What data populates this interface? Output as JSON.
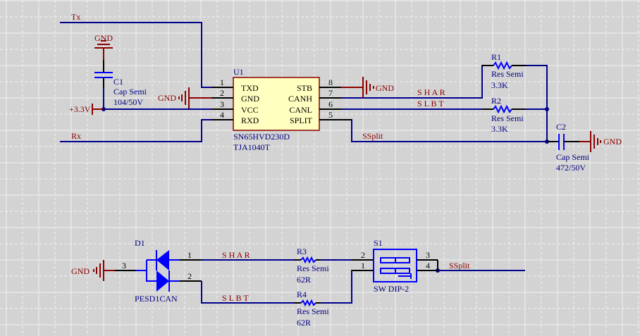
{
  "colors": {
    "background": "#d3d3d3",
    "grid_major": "#f0f0f0",
    "grid_minor": "#f0f0f0",
    "wire": "#00008b",
    "pin": "#000000",
    "power": "#8b0000",
    "symbol": "#0000ff",
    "ic_body_fill": "#ffffc0",
    "ic_body_stroke": "#8b0000",
    "net_label": "#8b0000",
    "designator": "#000080"
  },
  "nets": {
    "tx": "Tx",
    "rx": "Rx",
    "shar_top": "S H A R",
    "slbt_top": "S L B T",
    "ssplit_top": "SSplit",
    "shar_bottom": "S H A R",
    "slbt_bottom": "S L B T",
    "ssplit_bottom": "SSplit"
  },
  "power": {
    "gnd_c1": "GND",
    "gnd_u1": "GND",
    "gnd_stb": "GND",
    "gnd_c2": "GND",
    "gnd_d1": "GND",
    "vcc": "+3.3V"
  },
  "components": {
    "c1": {
      "designator": "C1",
      "comment": "Cap Semi",
      "value": "104/50V"
    },
    "u1": {
      "designator": "U1",
      "part1": "SN65HVD230D",
      "part2": "TJA1040T",
      "left_pins": [
        {
          "num": "1",
          "name": "TXD"
        },
        {
          "num": "2",
          "name": "GND"
        },
        {
          "num": "3",
          "name": "VCC"
        },
        {
          "num": "4",
          "name": "RXD"
        }
      ],
      "right_pins": [
        {
          "num": "8",
          "name": "STB"
        },
        {
          "num": "7",
          "name": "CANH"
        },
        {
          "num": "6",
          "name": "CANL"
        },
        {
          "num": "5",
          "name": "SPLIT"
        }
      ]
    },
    "r1": {
      "designator": "R1",
      "comment": "Res Semi",
      "value": "3.3K"
    },
    "r2": {
      "designator": "R2",
      "comment": "Res Semi",
      "value": "3.3K"
    },
    "c2": {
      "designator": "C2",
      "comment": "Cap Semi",
      "value": "472/50V"
    },
    "d1": {
      "designator": "D1",
      "part": "PESD1CAN",
      "pins": [
        "1",
        "2",
        "3"
      ]
    },
    "r3": {
      "designator": "R3",
      "comment": "Res Semi",
      "value": "62R"
    },
    "r4": {
      "designator": "R4",
      "comment": "Res Semi",
      "value": "62R"
    },
    "s1": {
      "designator": "S1",
      "part": "SW DIP-2",
      "pins": [
        "2",
        "1",
        "3",
        "4"
      ]
    }
  }
}
